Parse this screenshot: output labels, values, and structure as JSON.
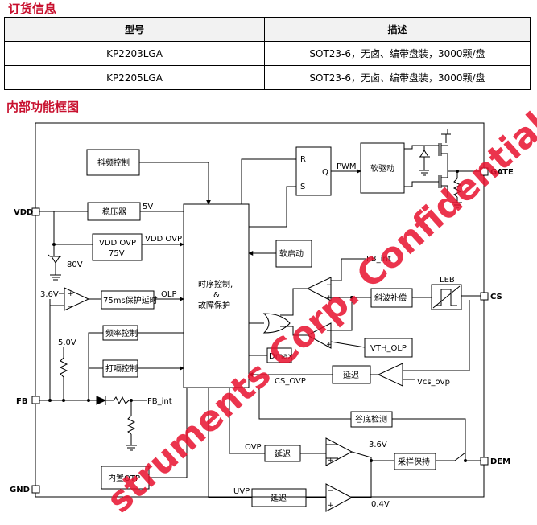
{
  "sections": {
    "ordering_title": "订货信息",
    "block_title": "内部功能框图"
  },
  "order_table": {
    "headers": [
      "型号",
      "描述"
    ],
    "rows": [
      [
        "KP2203LGA",
        "SOT23-6，无卤、编带盘装，3000颗/盘"
      ],
      [
        "KP2205LGA",
        "SOT23-6，无卤、编带盘装，3000颗/盘"
      ]
    ]
  },
  "diagram": {
    "pins": {
      "vdd": "VDD",
      "fb": "FB",
      "gnd": "GND",
      "gate": "GATE",
      "cs": "CS",
      "dem": "DEM"
    },
    "blocks": {
      "jitter": "抖频控制",
      "regulator": "稳压器",
      "vdd_ovp_line1": "VDD OVP",
      "vdd_ovp_line2": "75V",
      "olp_timer": "75ms保护延时",
      "freq_ctrl": "频率控制",
      "burst_ctrl": "打嗝控制",
      "core_line1": "时序控制,",
      "core_line2": "&",
      "core_line3": "故障保护",
      "latch_r": "R",
      "latch_q": "Q",
      "latch_s": "S",
      "driver": "软驱动",
      "soft_start": "软启动",
      "leb": "LEB",
      "slope_comp": "斜波补偿",
      "vth_olp": "VTH_OLP",
      "dmax": "Dmax",
      "cs_delay": "延迟",
      "valley_detect": "谷底检测",
      "ovp_delay": "延迟",
      "uvp_delay": "延迟",
      "sample_hold": "采样保持",
      "otp": "内置OTP"
    },
    "labels": {
      "v5": "5V",
      "vdd_ovp_sig": "VDD OVP",
      "v80": "80V",
      "v36": "3.6V",
      "olp": "OLP",
      "v50": "5.0V",
      "fb_int_lower": "FB_int",
      "fb_int_upper": "FB_int",
      "pwm": "PWM",
      "cs_ovp": "CS_OVP",
      "vcs_ovp": "Vcs_ovp",
      "ovp": "OVP",
      "uvp": "UVP",
      "dem_36": "3.6V",
      "dem_04": "0.4V"
    },
    "watermark": "struments Corp. Confidential"
  },
  "colors": {
    "title": "#c8102e",
    "watermark": "#e8102e",
    "line": "#000000"
  }
}
